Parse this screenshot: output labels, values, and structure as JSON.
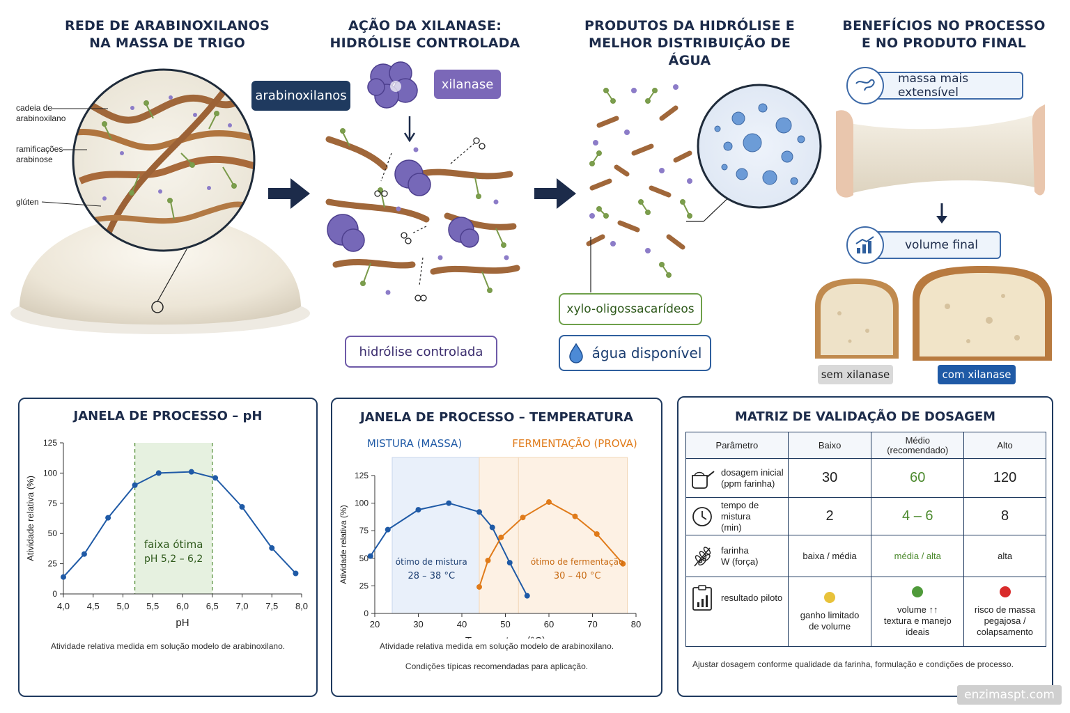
{
  "sections": {
    "s1": {
      "line1": "REDE DE ARABINOXILANOS",
      "line2": "NA MASSA DE TRIGO"
    },
    "s2": {
      "line1": "AÇÃO DA XILANASE:",
      "line2": "HIDRÓLISE CONTROLADA"
    },
    "s3": {
      "line1": "PRODUTOS DA HIDRÓLISE E",
      "line2": "MELHOR DISTRIBUIÇÃO DE ÁGUA"
    },
    "s4": {
      "line1": "BENEFÍCIOS NO PROCESSO",
      "line2": "E NO PRODUTO FINAL"
    }
  },
  "callouts": {
    "chain": {
      "line1": "cadeia de",
      "line2": "arabinoxilano"
    },
    "branch": {
      "line1": "ramificações",
      "line2": "arabinose"
    },
    "gluten": "glúten"
  },
  "labels": {
    "arabinoxylans": "arabinoxilanos",
    "xylanase": "xilanase",
    "controlled_hydrolysis": "hidrólise controlada",
    "xos": "xylo-oligossacarídeos",
    "water": "água disponível",
    "extensible": "massa mais extensível",
    "volume": "volume final",
    "without": "sem xilanase",
    "with": "com xilanase"
  },
  "colors": {
    "navy": "#1f3a5f",
    "purple": "#7b68b8",
    "blue_line": "#1f5aa6",
    "orange_line": "#e07b1a",
    "green_band": "#e6f1e0"
  },
  "ph_panel": {
    "title": "JANELA DE PROCESSO – pH",
    "band_label": "faixa ótima",
    "band_range": "pH 5,2 – 6,2",
    "xlabel": "pH",
    "ylabel": "Atividade relativa (%)",
    "note": "Atividade relativa medida em solução modelo de arabinoxilano."
  },
  "temp_panel": {
    "title": "JANELA DE PROCESSO – TEMPERATURA",
    "mix_label": "MISTURA (MASSA)",
    "ferm_label": "FERMENTAÇÃO (PROVA)",
    "mix_opt": "ótimo de mistura",
    "mix_range": "28 – 38 °C",
    "ferm_opt": "ótimo de fermentação",
    "ferm_range": "30 – 40 °C",
    "xlabel": "Temperatura (°C)",
    "ylabel": "Atividade relativa (%)",
    "note1": "Atividade relativa medida em solução modelo de arabinoxilano.",
    "note2": "Condições típicas recomendadas para aplicação."
  },
  "chart_data": [
    {
      "type": "line",
      "title": "JANELA DE PROCESSO – pH",
      "xlabel": "pH",
      "ylabel": "Atividade relativa (%)",
      "xlim": [
        4.0,
        8.0
      ],
      "ylim": [
        0,
        125
      ],
      "xticks": [
        "4,0",
        "4,5",
        "5,0",
        "5,5",
        "6,0",
        "6,5",
        "7,0",
        "7,5",
        "8,0"
      ],
      "yticks": [
        "0",
        "25",
        "50",
        "75",
        "100",
        "125"
      ],
      "band": [
        5.2,
        6.5
      ],
      "series": [
        {
          "x": [
            4.0,
            4.35,
            4.75,
            5.2,
            5.6,
            6.15,
            6.55,
            7.0,
            7.5,
            7.9
          ],
          "y": [
            14,
            33,
            63,
            90,
            100,
            101,
            96,
            72,
            38,
            17
          ]
        }
      ],
      "grid": false
    },
    {
      "type": "line",
      "title": "JANELA DE PROCESSO – TEMPERATURA",
      "xlabel": "Temperatura (°C)",
      "ylabel": "Atividade relativa (%)",
      "xlim": [
        20,
        80
      ],
      "ylim": [
        0,
        125
      ],
      "xticks": [
        "20",
        "30",
        "40",
        "50",
        "60",
        "70",
        "80"
      ],
      "yticks": [
        "0",
        "25",
        "50",
        "75",
        "100",
        "125"
      ],
      "bands": [
        [
          24,
          44
        ],
        [
          44,
          78
        ]
      ],
      "series": [
        {
          "name": "MISTURA (MASSA)",
          "x": [
            19,
            23,
            30,
            37,
            44,
            47,
            51,
            55
          ],
          "y": [
            52,
            76,
            94,
            100,
            92,
            78,
            46,
            16
          ]
        },
        {
          "name": "FERMENTAÇÃO (PROVA)",
          "x": [
            44,
            46,
            49,
            54,
            60,
            66,
            71,
            77
          ],
          "y": [
            24,
            48,
            69,
            87,
            101,
            88,
            72,
            45
          ]
        }
      ],
      "grid": false
    },
    {
      "type": "table",
      "title": "MATRIZ DE VALIDAÇÃO DE DOSAGEM",
      "columns": [
        "Parâmetro",
        "Baixo",
        "Médio (recomendado)",
        "Alto"
      ],
      "rows": [
        [
          "dosagem inicial (ppm farinha)",
          "30",
          "60",
          "120"
        ],
        [
          "tempo de mistura (min)",
          "2",
          "4 – 6",
          "8"
        ],
        [
          "farinha W (força)",
          "baixa / média",
          "média / alta",
          "alta"
        ],
        [
          "resultado piloto",
          "ganho limitado de volume",
          "volume ↑↑ textura e manejo ideais",
          "risco de massa pegajosa / colapsamento"
        ]
      ]
    }
  ],
  "matrix": {
    "title": "MATRIZ DE VALIDAÇÃO DE DOSAGEM",
    "h_param": "Parâmetro",
    "h_low": "Baixo",
    "h_mid1": "Médio",
    "h_mid2": "(recomendado)",
    "h_high": "Alto",
    "r1": {
      "p1": "dosagem inicial",
      "p2": "(ppm farinha)",
      "low": "30",
      "mid": "60",
      "high": "120"
    },
    "r2": {
      "p1": "tempo de mistura",
      "p2": "(min)",
      "low": "2",
      "mid": "4 – 6",
      "high": "8"
    },
    "r3": {
      "p1": "farinha",
      "p2": "W (força)",
      "low": "baixa / média",
      "mid": "média / alta",
      "high": "alta"
    },
    "r4": {
      "p1": "resultado piloto",
      "low1": "ganho limitado",
      "low2": "de volume",
      "mid1": "volume ↑↑",
      "mid2": "textura e manejo",
      "mid3": "ideais",
      "high1": "risco de massa",
      "high2": "pegajosa /",
      "high3": "colapsamento"
    },
    "dot_colors": {
      "low": "#e8c23a",
      "mid": "#4f9a3a",
      "high": "#d92b2b"
    },
    "note": "Ajustar dosagem conforme qualidade da farinha, formulação e condições de processo."
  },
  "watermark": "enzimaspt.com"
}
